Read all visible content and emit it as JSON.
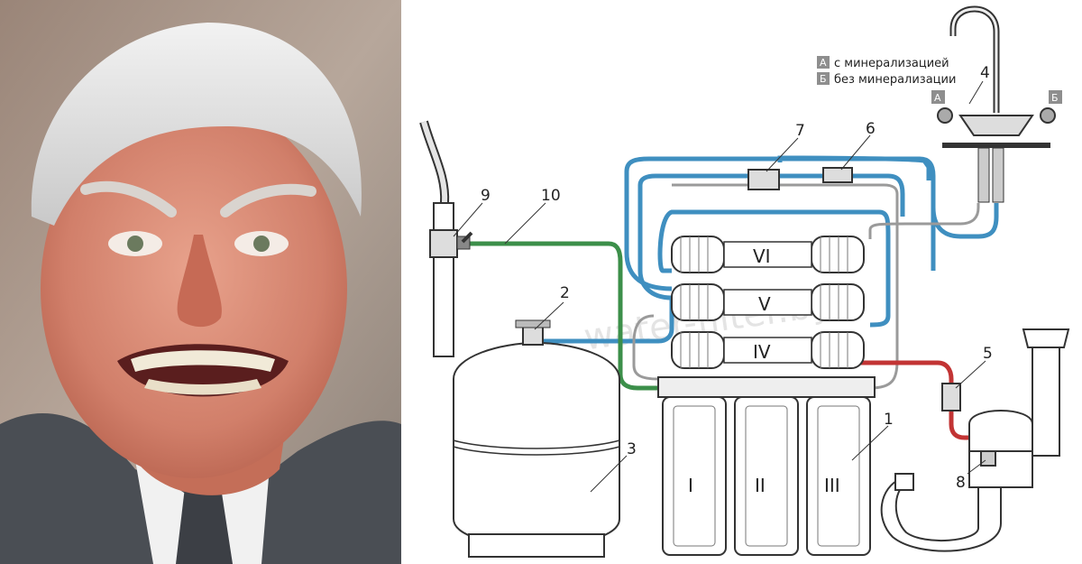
{
  "labels": {
    "n1": "1",
    "n2": "2",
    "n3": "3",
    "n4": "4",
    "n5": "5",
    "n6": "6",
    "n7": "7",
    "n8": "8",
    "n9": "9",
    "n10": "10"
  },
  "stages": [
    "I",
    "II",
    "III",
    "IV",
    "V",
    "VI"
  ],
  "legend": {
    "a_key": "А",
    "a_text": "с минерализацией",
    "b_key": "Б",
    "b_text": "без минерализации"
  },
  "tap_letters": {
    "a": "А",
    "b": "Б"
  },
  "watermark": "water-filter.by",
  "colors": {
    "blue_pipe": "#3f8fc0",
    "green_pipe": "#3c8f4a",
    "red_pipe": "#c23434",
    "gray_pipe": "#9a9a9a",
    "legend_box": "#8e8e8e"
  }
}
